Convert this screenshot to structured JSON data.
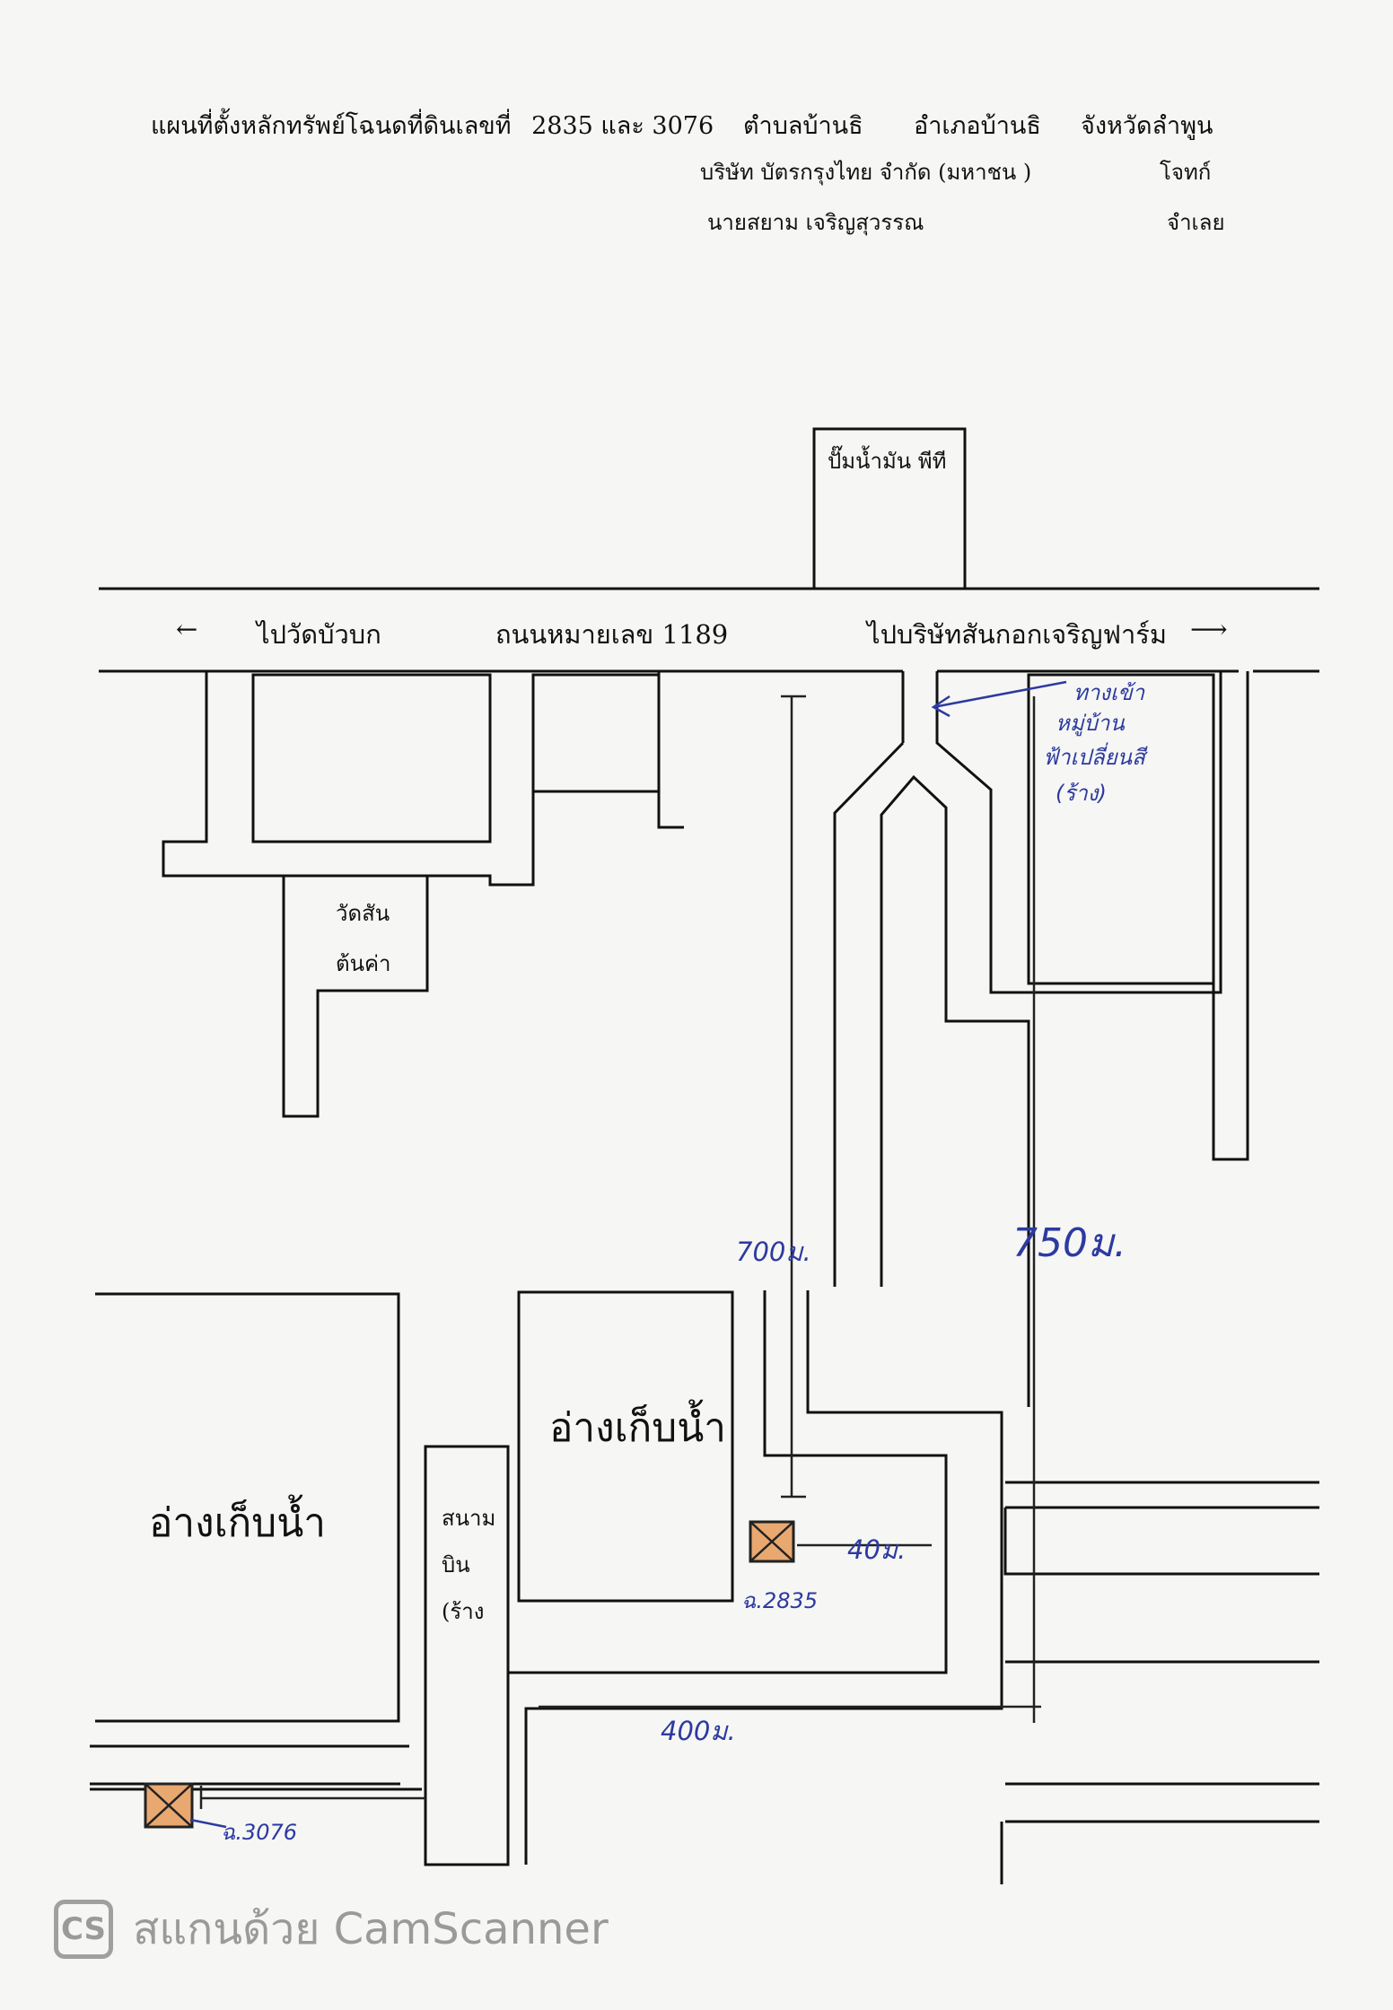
{
  "header": {
    "title_line": "แผนที่ตั้งหลักทรัพย์โฉนดที่ดินเลขที่",
    "deed_numbers": "2835 และ 3076",
    "subdistrict": "ตำบลบ้านธิ",
    "district": "อำเภอบ้านธิ",
    "province": "จังหวัดลำพูน",
    "plaintiff": "บริษัท บัตรกรุงไทย จำกัด (มหาชน )",
    "plaintiff_role": "โจทก์",
    "defendant": "นายสยาม เจริญสุวรรณ",
    "defendant_role": "จำเลย"
  },
  "map": {
    "gas_station": "ปั๊มน้ำมัน พีที",
    "road_left": "ไปวัดบัวบก",
    "road_name": "ถนนหมายเลข 1189",
    "road_right": "ไปบริษัทสันกอกเจริญฟาร์ม",
    "arrow_left": "←",
    "arrow_right": "⟶",
    "temple_line1": "วัดสัน",
    "temple_line2": "ต้นค่า",
    "village_entrance": [
      "ทางเข้า",
      "หมู่บ้าน",
      "ฟ้าเปลี่ยนสี",
      "(ร้าง)"
    ],
    "reservoir_left": "อ่างเก็บน้ำ",
    "reservoir_center": "อ่างเก็บน้ำ",
    "airfield": [
      "สนาม",
      "บิน",
      "(ร้าง"
    ],
    "dist_700": "700ม.",
    "dist_750": "750ม.",
    "dist_40": "40ม.",
    "dist_400": "400ม.",
    "deed_2835": "ฉ.2835",
    "deed_3076": "ฉ.3076"
  },
  "watermark": {
    "logo": "CS",
    "text": "สแกนด้วย CamScanner"
  }
}
